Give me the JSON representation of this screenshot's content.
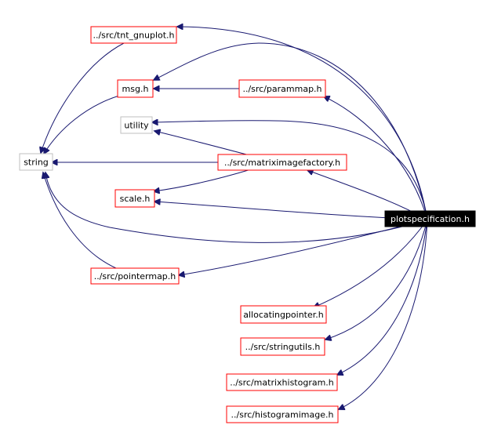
{
  "graph": {
    "root": "plotspecification.h",
    "nodes": [
      {
        "id": "tnt_gnuplot",
        "label": "../src/tnt_gnuplot.h",
        "kind": "header-file",
        "clickable": true
      },
      {
        "id": "msg",
        "label": "msg.h",
        "kind": "header-file",
        "clickable": true
      },
      {
        "id": "parammap",
        "label": "../src/parammap.h",
        "kind": "header-file",
        "clickable": true
      },
      {
        "id": "utility",
        "label": "utility",
        "kind": "system-header",
        "clickable": false
      },
      {
        "id": "string",
        "label": "string",
        "kind": "system-header",
        "clickable": false
      },
      {
        "id": "matriximagefactory",
        "label": "../src/matriximagefactory.h",
        "kind": "header-file",
        "clickable": true
      },
      {
        "id": "scale",
        "label": "scale.h",
        "kind": "header-file",
        "clickable": true
      },
      {
        "id": "plotspecification",
        "label": "plotspecification.h",
        "kind": "root",
        "clickable": false
      },
      {
        "id": "pointermap",
        "label": "../src/pointermap.h",
        "kind": "header-file",
        "clickable": true
      },
      {
        "id": "allocatingpointer",
        "label": "allocatingpointer.h",
        "kind": "header-file",
        "clickable": true
      },
      {
        "id": "stringutils",
        "label": "../src/stringutils.h",
        "kind": "header-file",
        "clickable": true
      },
      {
        "id": "matrixhistogram",
        "label": "../src/matrixhistogram.h",
        "kind": "header-file",
        "clickable": true
      },
      {
        "id": "histogramimage",
        "label": "../src/histogramimage.h",
        "kind": "header-file",
        "clickable": true
      }
    ],
    "edges": [
      {
        "from": "plotspecification",
        "to": "tnt_gnuplot"
      },
      {
        "from": "plotspecification",
        "to": "msg"
      },
      {
        "from": "plotspecification",
        "to": "parammap"
      },
      {
        "from": "plotspecification",
        "to": "utility"
      },
      {
        "from": "plotspecification",
        "to": "string"
      },
      {
        "from": "plotspecification",
        "to": "matriximagefactory"
      },
      {
        "from": "plotspecification",
        "to": "scale"
      },
      {
        "from": "plotspecification",
        "to": "pointermap"
      },
      {
        "from": "plotspecification",
        "to": "allocatingpointer"
      },
      {
        "from": "plotspecification",
        "to": "stringutils"
      },
      {
        "from": "plotspecification",
        "to": "matrixhistogram"
      },
      {
        "from": "plotspecification",
        "to": "histogramimage"
      },
      {
        "from": "tnt_gnuplot",
        "to": "string"
      },
      {
        "from": "msg",
        "to": "string"
      },
      {
        "from": "parammap",
        "to": "msg"
      },
      {
        "from": "matriximagefactory",
        "to": "string"
      },
      {
        "from": "matriximagefactory",
        "to": "utility"
      },
      {
        "from": "matriximagefactory",
        "to": "scale"
      },
      {
        "from": "pointermap",
        "to": "string"
      }
    ]
  },
  "colors": {
    "edge": "#191970",
    "link_border": "#ff0000",
    "plain_border": "#bfbfbf",
    "root_fill": "#000000",
    "root_text": "#ffffff",
    "text": "#000000",
    "background": "#ffffff"
  }
}
